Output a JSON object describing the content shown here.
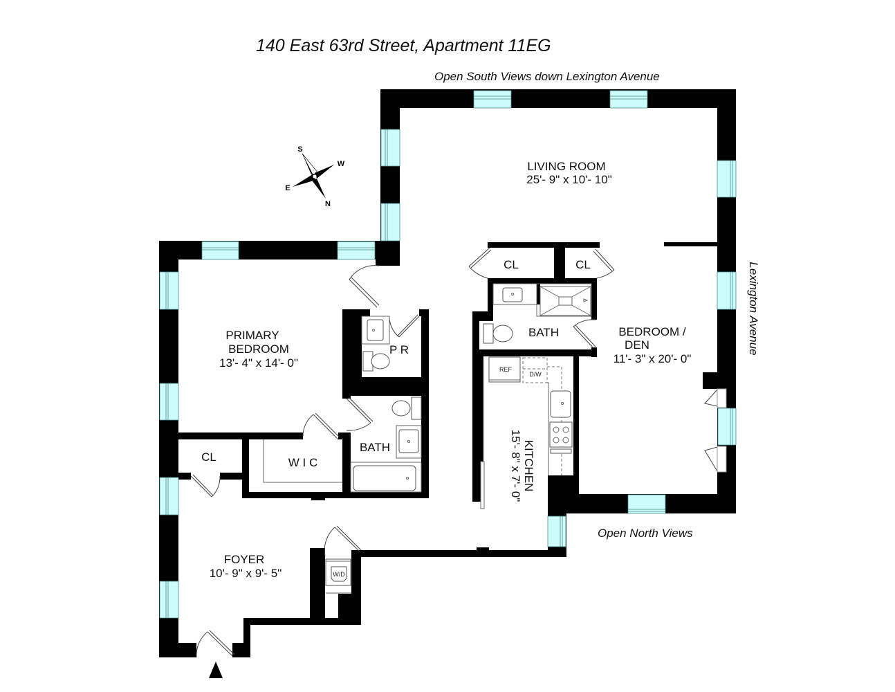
{
  "title": "140 East 63rd Street, Apartment 11EG",
  "annotations": {
    "south_views": "Open South Views down Lexington Avenue",
    "north_views": "Open North Views",
    "street": "Lexington Avenue"
  },
  "compass": {
    "n": "N",
    "s": "S",
    "e": "E",
    "w": "W"
  },
  "rooms": {
    "living_room": {
      "name": "LIVING ROOM",
      "dims": "25'- 9\" x 10'- 10\""
    },
    "primary_bedroom": {
      "name_line1": "PRIMARY",
      "name_line2": "BEDROOM",
      "dims": "13'- 4\" x 14'- 0\""
    },
    "bedroom_den": {
      "name_line1": "BEDROOM /",
      "name_line2": "DEN",
      "dims": "11'- 3\" x 20'- 0\""
    },
    "kitchen": {
      "name": "KITCHEN",
      "dims": "15'- 8\" x 7'- 0\""
    },
    "foyer": {
      "name": "FOYER",
      "dims": "10'- 9\" x 9'- 5\""
    },
    "bath_main": {
      "name": "BATH"
    },
    "bath_primary": {
      "name": "BATH"
    },
    "powder_room": {
      "name": "P R"
    },
    "wic": {
      "name": "W I C"
    },
    "closet_living_left": {
      "name": "CL"
    },
    "closet_living_right": {
      "name": "CL"
    },
    "closet_foyer": {
      "name": "CL"
    }
  },
  "appliances": {
    "refrigerator": "REF",
    "dishwasher": "D/W",
    "washer_dryer": "W/D"
  },
  "colors": {
    "wall": "#000000",
    "window": "#ccfcfc",
    "background": "#ffffff"
  }
}
